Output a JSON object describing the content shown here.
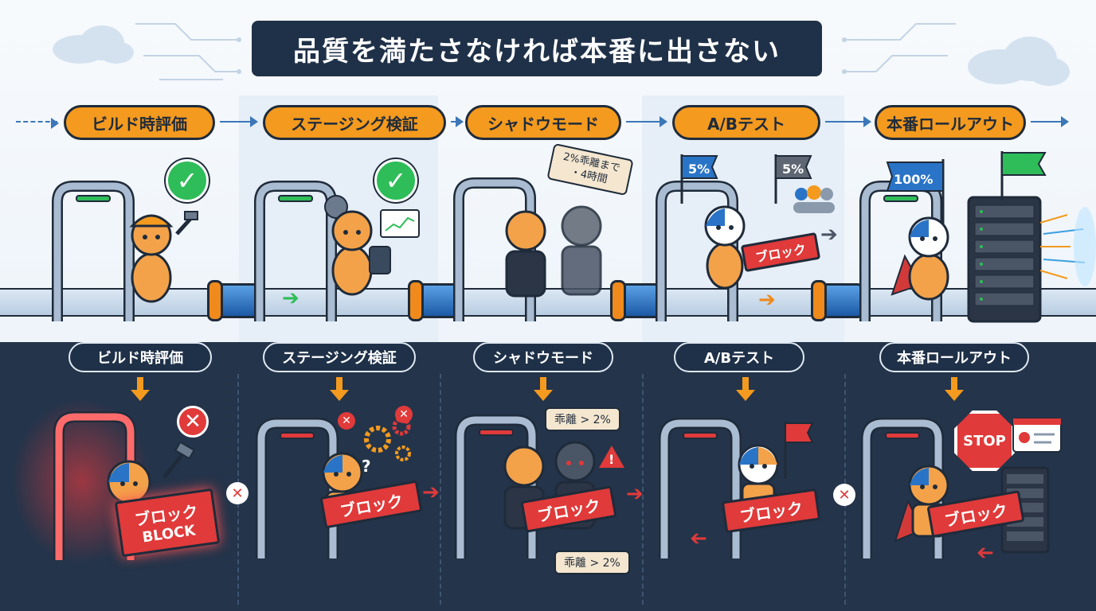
{
  "title": "品質を満たさなければ本番に出さない",
  "stages": [
    {
      "label": "ビルド時評価"
    },
    {
      "label": "ステージング検証"
    },
    {
      "label": "シャドウモード"
    },
    {
      "label": "A/Bテスト"
    },
    {
      "label": "本番ロールアウト"
    }
  ],
  "top": {
    "shadow_tag": "2%乖離まで\n・4時間",
    "ab_flag_left": "5%",
    "ab_flag_right": "5%",
    "ab_barrier": "ブロック",
    "rollout_flag": "100%"
  },
  "bottom": {
    "build_barrier_jp": "ブロック",
    "build_barrier_en": "BLOCK",
    "staging_barrier": "ブロック",
    "shadow_barrier": "ブロック",
    "shadow_tag_top": "乖離 > 2%",
    "shadow_tag_bottom": "乖離 > 2%",
    "ab_barrier": "ブロック",
    "rollout_barrier": "ブロック",
    "stop_sign": "STOP",
    "question_mark": "?"
  },
  "colors": {
    "accent_orange": "#f39a1f",
    "navy": "#1f3148",
    "block_red": "#e03a3a",
    "pass_green": "#2ebd59",
    "flow_blue": "#3b77b7"
  }
}
